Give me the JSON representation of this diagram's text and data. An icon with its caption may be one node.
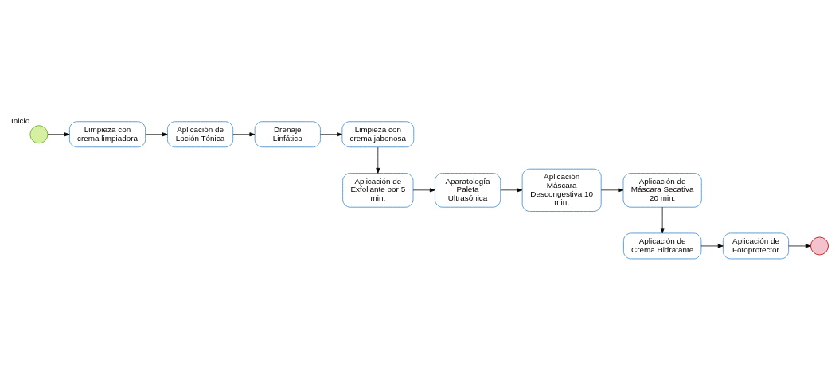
{
  "diagram": {
    "nodes": [
      {
        "text": [],
        "shape": "circle",
        "beside": [
          "Inicio"
        ]
      },
      {
        "text": [
          "Limpieza con crema limpiadora"
        ]
      },
      {
        "text": [
          "Aplicación de Loción Tónica"
        ]
      },
      {
        "text": [
          "Drenaje Linfático"
        ]
      },
      {
        "text": [
          "Limpieza con crema jabonosa"
        ]
      },
      {
        "text": [
          "Aplicación de Exfoliante por 5 min."
        ]
      },
      {
        "text": [
          "Aparatología Paleta Ultrasónica"
        ]
      },
      {
        "text": [
          "Aplicación Máscara Descongestiva 10 min."
        ]
      },
      {
        "text": [
          "Aplicación de Máscara Secativa 20 min."
        ]
      },
      {
        "text": [
          "Aplicación de Crema Hidratante"
        ]
      },
      {
        "text": [
          "Aplicación de Fotoprotector"
        ]
      },
      {
        "text": [],
        "shape": "circle"
      }
    ],
    "edges": [
      {
        "from": 0,
        "to": 1,
        "arrow": "to"
      },
      {
        "from": 1,
        "to": 2,
        "arrow": "to"
      },
      {
        "from": 2,
        "to": 3,
        "arrow": "to"
      },
      {
        "from": 3,
        "to": 4,
        "arrow": "to"
      },
      {
        "from": 4,
        "to": 5,
        "arrow": "to"
      },
      {
        "from": 5,
        "to": 6,
        "arrow": "to"
      },
      {
        "from": 6,
        "to": 7,
        "arrow": "to"
      },
      {
        "from": 7,
        "to": 8,
        "arrow": "to"
      },
      {
        "from": 8,
        "to": 9,
        "arrow": "to"
      },
      {
        "from": 9,
        "to": 10,
        "arrow": "to"
      },
      {
        "from": 10,
        "to": 11,
        "arrow": "to"
      }
    ]
  }
}
